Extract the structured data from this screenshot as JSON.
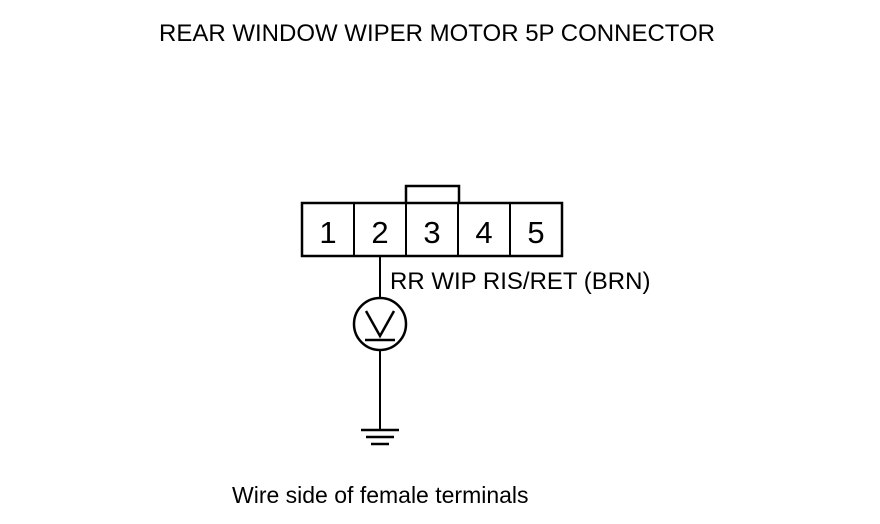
{
  "title": "REAR WINDOW WIPER MOTOR 5P CONNECTOR",
  "connector": {
    "pins": [
      "1",
      "2",
      "3",
      "4",
      "5"
    ]
  },
  "wire_label": "RR WIP RIS/RET (BRN)",
  "caption": "Wire side of female terminals",
  "icons": {
    "meter": "voltmeter-icon",
    "ground": "ground-icon"
  }
}
